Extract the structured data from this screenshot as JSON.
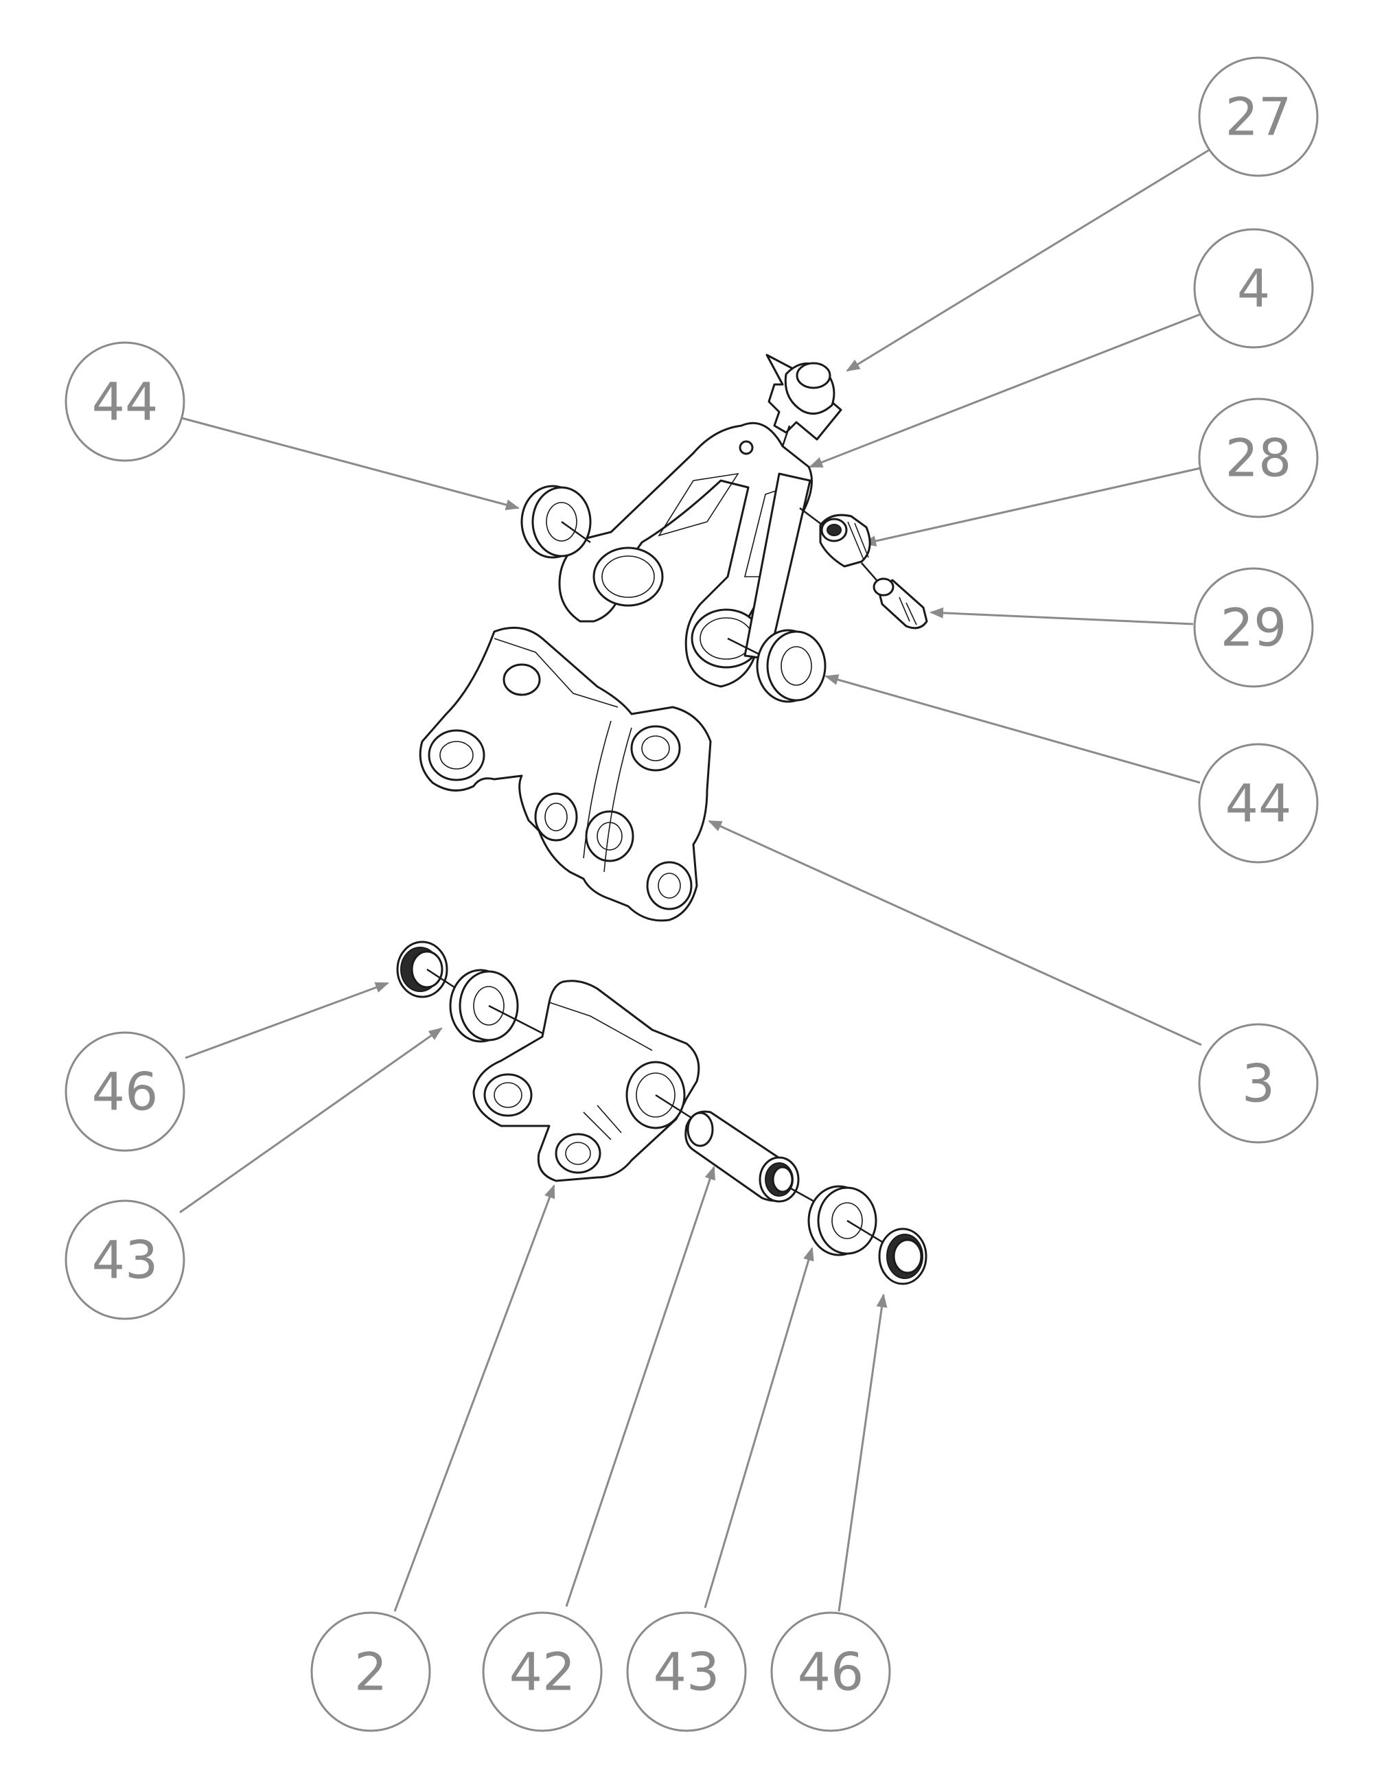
{
  "balloons": [
    {
      "id": "b27",
      "label": "27",
      "part": "27"
    },
    {
      "id": "b4",
      "label": "4",
      "part": "4"
    },
    {
      "id": "b28",
      "label": "28",
      "part": "28"
    },
    {
      "id": "b29",
      "label": "29",
      "part": "29"
    },
    {
      "id": "b44-left",
      "label": "44",
      "part": "44"
    },
    {
      "id": "b44-right",
      "label": "44",
      "part": "44"
    },
    {
      "id": "b3",
      "label": "3",
      "part": "3"
    },
    {
      "id": "b46-left",
      "label": "46",
      "part": "46"
    },
    {
      "id": "b43-left",
      "label": "43",
      "part": "43"
    },
    {
      "id": "b2",
      "label": "2",
      "part": "2"
    },
    {
      "id": "b42",
      "label": "42",
      "part": "42"
    },
    {
      "id": "b43-bottom",
      "label": "43",
      "part": "43"
    },
    {
      "id": "b46-bottom",
      "label": "46",
      "part": "46"
    }
  ],
  "colors": {
    "balloon_stroke": "#8a8a8a",
    "part_stroke": "#1a1a1a",
    "background": "#ffffff"
  }
}
